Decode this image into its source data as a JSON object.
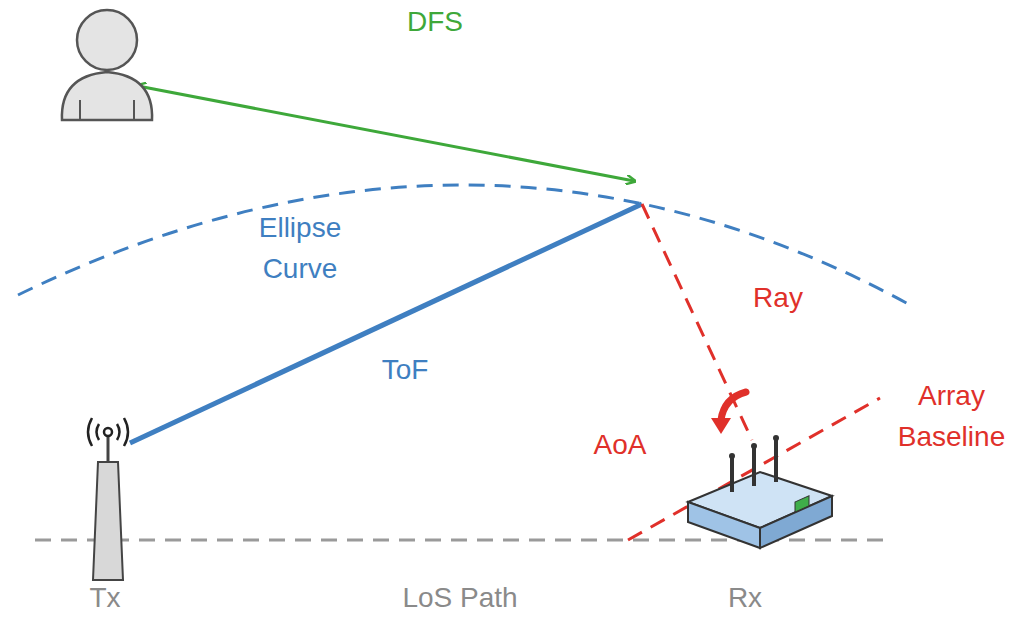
{
  "diagram": {
    "labels": [
      "DFS",
      "Ellipse Curve",
      "ToF",
      "Ray",
      "AoA",
      "Array Baseline",
      "LoS Path",
      "Tx",
      "Rx"
    ]
  }
}
